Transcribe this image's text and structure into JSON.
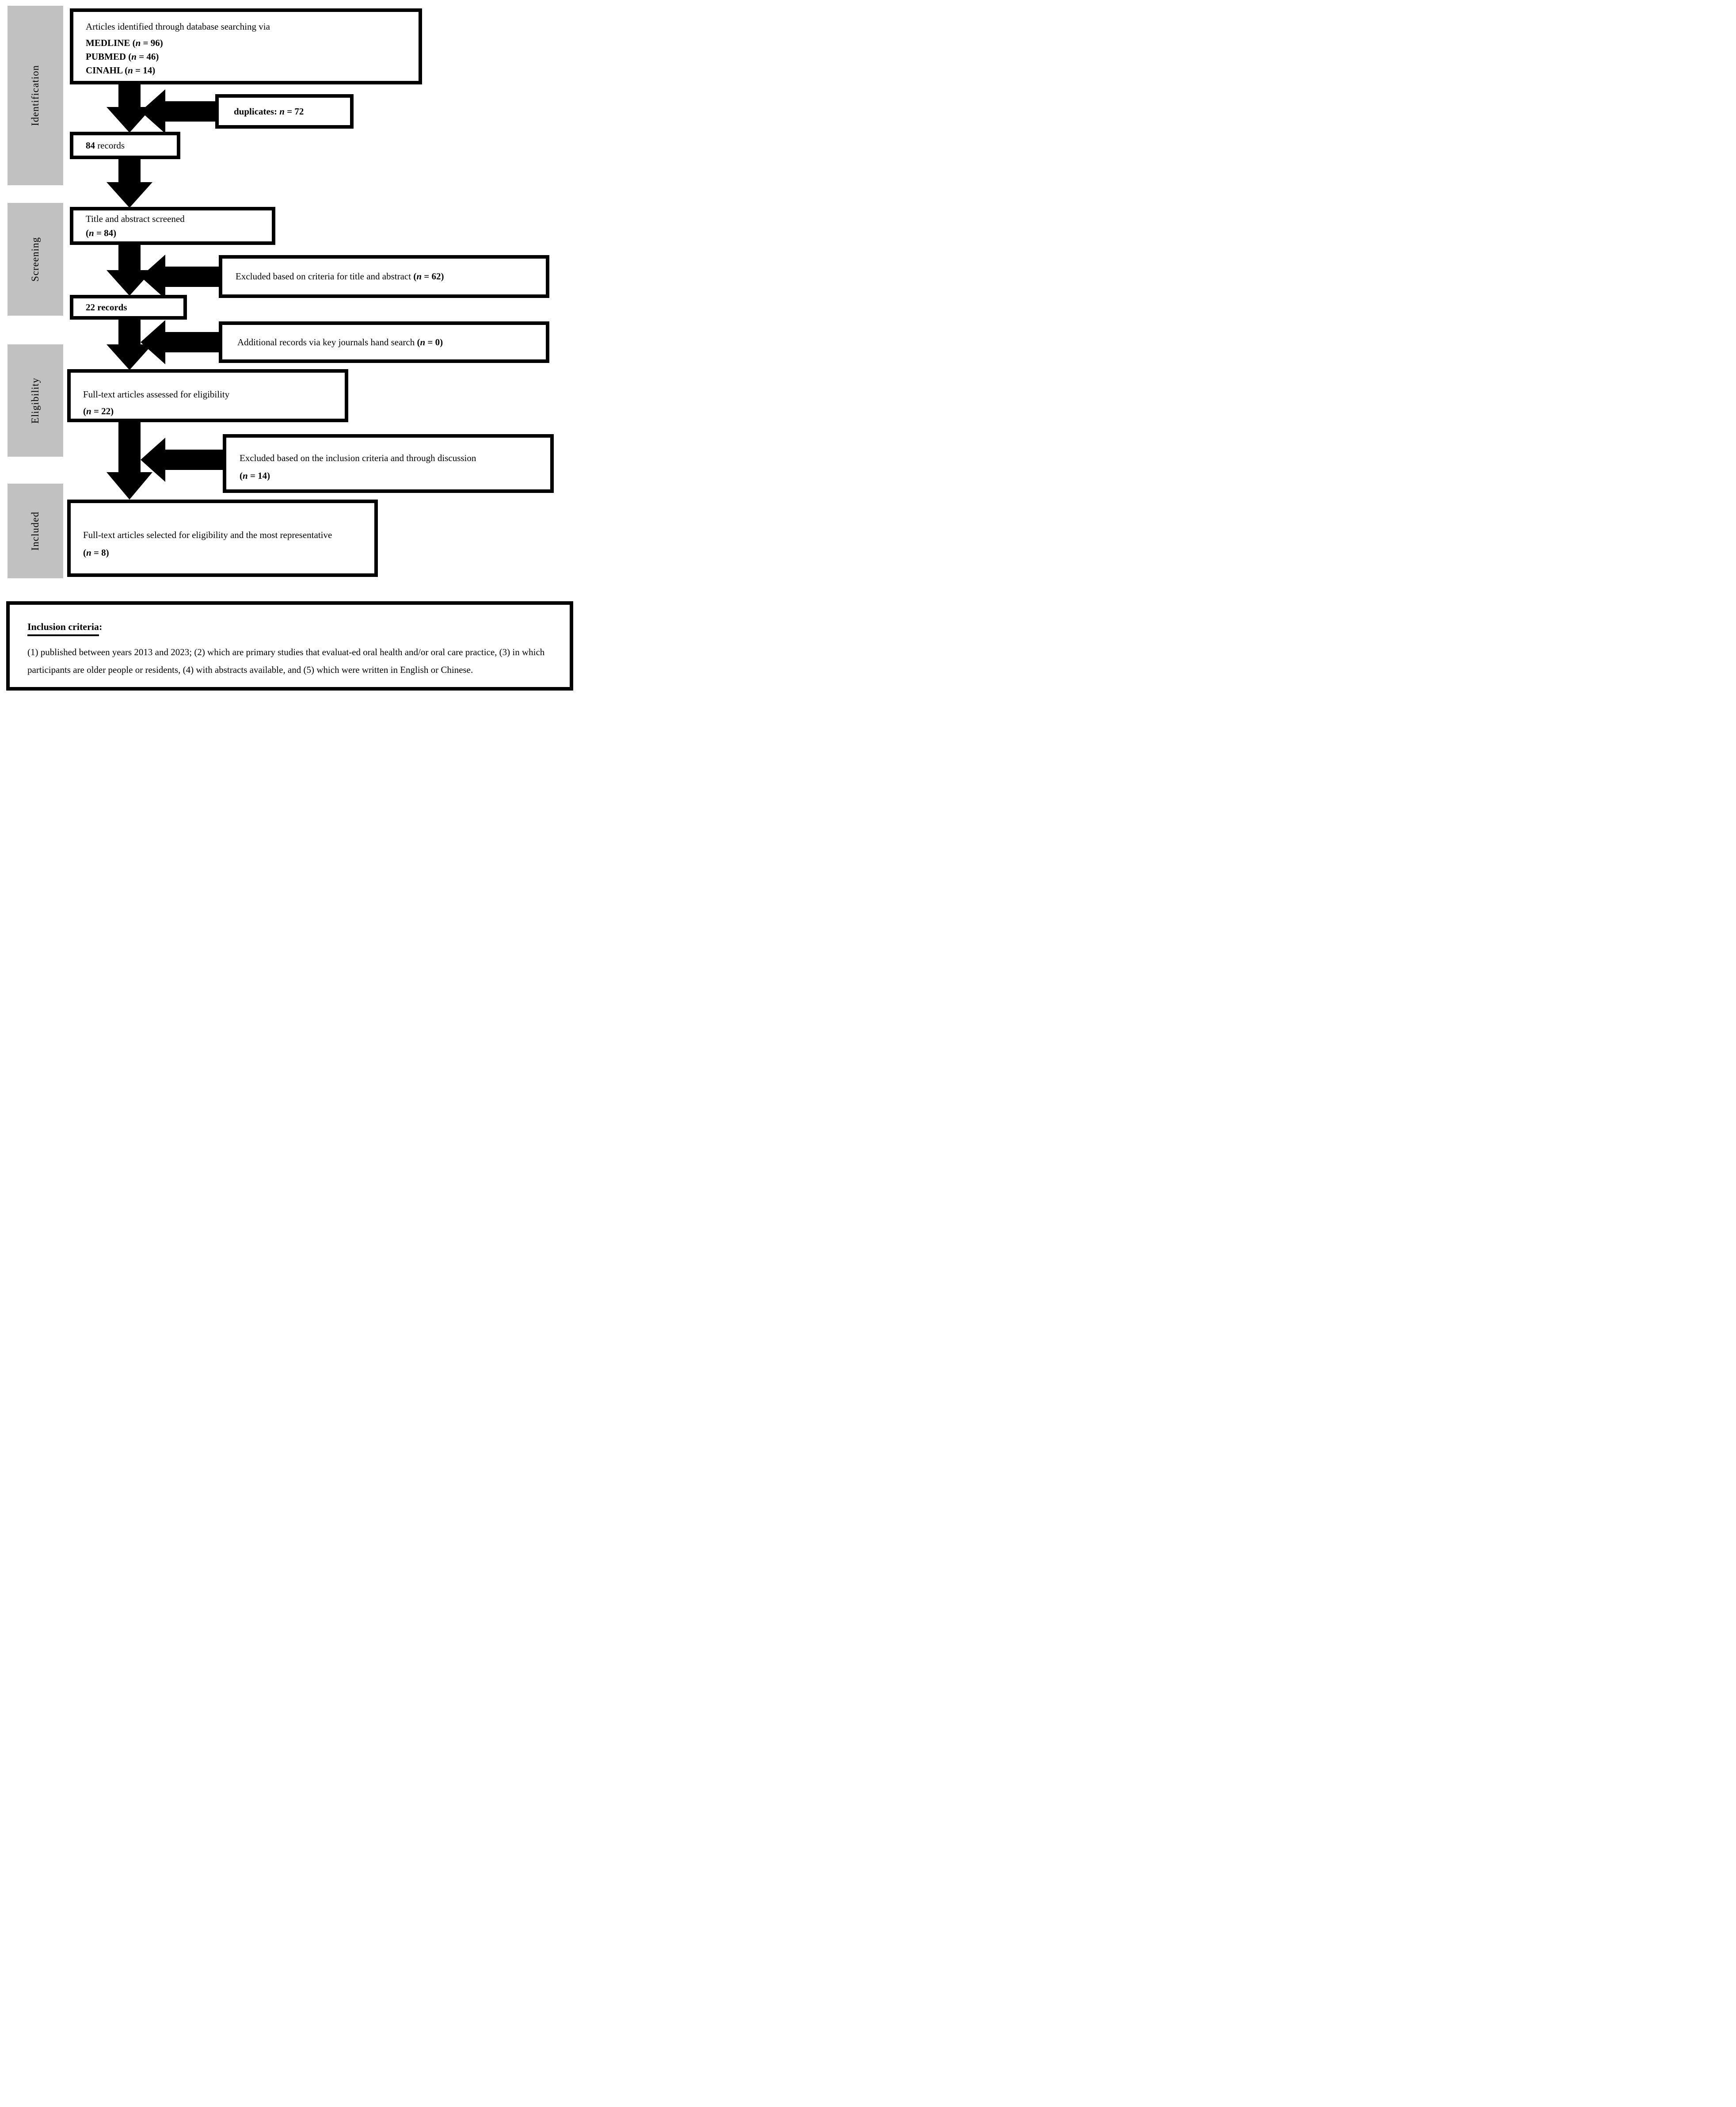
{
  "colors": {
    "sidebar_bg": "#c1c1c1",
    "box_border": "#000000",
    "arrow": "#000000",
    "background": "#ffffff"
  },
  "sidebar": {
    "stages": [
      "Identification",
      "Screening",
      "Eligibility",
      "Included"
    ]
  },
  "boxes": {
    "identified": {
      "intro": "Articles identified through database searching via",
      "sources": [
        {
          "name": "MEDLINE ",
          "open": "(",
          "nvar": "n",
          "rest": " = 96)"
        },
        {
          "name": "PUBMED ",
          "open": "(",
          "nvar": "n",
          "rest": " = 46)"
        },
        {
          "name": "CINAHL ",
          "open": "(",
          "nvar": "n",
          "rest": " = 14)"
        }
      ]
    },
    "duplicates": {
      "pre": "duplicates: ",
      "nvar": "n",
      "rest": " = 72"
    },
    "records84": {
      "count": "84",
      "rest": " records"
    },
    "screened": {
      "line1": "Title and abstract screened",
      "open": "(",
      "nvar": "n",
      "rest": " = 84)"
    },
    "excluded_title_abstract": {
      "text": "Excluded based on criteria for title and abstract ",
      "open": "(",
      "nvar": "n",
      "rest": " = 62)"
    },
    "records22": {
      "count": "22 records"
    },
    "additional": {
      "text": "Additional records via key journals hand search ",
      "open": "(",
      "nvar": "n",
      "rest": " = 0)"
    },
    "assessed": {
      "line1": "Full-text articles assessed for eligibility",
      "open": "(",
      "nvar": "n",
      "rest": " = 22)"
    },
    "excluded_inclusion": {
      "line1": "Excluded based on the inclusion criteria and through discussion",
      "open": "(",
      "nvar": "n",
      "rest": " = 14)"
    },
    "selected": {
      "line1": "Full-text articles selected for eligibility and the most representative",
      "open": "(",
      "nvar": "n",
      "rest": " = 8)"
    },
    "criteria": {
      "title": "Inclusion criteria",
      "colon": ":",
      "body": "(1) published between years 2013 and 2023; (2) which are primary studies that evaluat-ed oral health and/or oral care practice, (3) in which participants are older people or residents, (4) with abstracts available, and (5) which were written in English or Chinese."
    }
  }
}
